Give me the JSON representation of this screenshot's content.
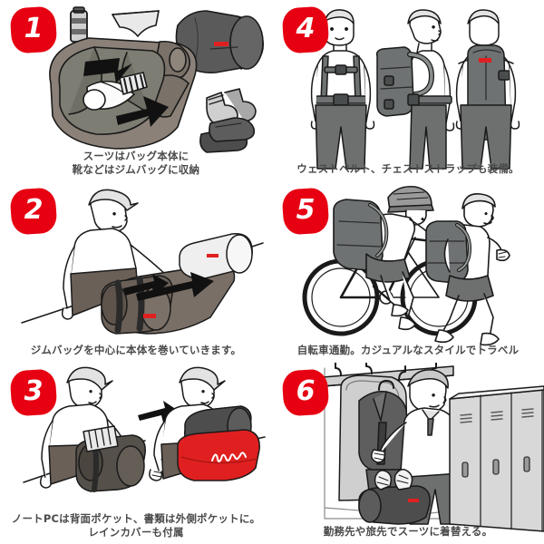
{
  "document": {
    "type": "instruction-infographic",
    "language": "ja",
    "background_color": "#ffffff",
    "accent_color": "#e60012",
    "caption_color": "#4a4a4a",
    "grid": "2 columns x 3 rows",
    "panel_size": "300x200"
  },
  "panels": [
    {
      "number": "1",
      "position": "top-left",
      "caption_lines": [
        "スーツはバッグ本体に",
        "靴などはジムバッグに収納"
      ],
      "illustration": "suit laid flat on a rolling mat with arrows, plus a bottle, underwear, socks, shoes and a dark gray gym duffel bag"
    },
    {
      "number": "4",
      "position": "top-right",
      "caption_lines": [
        "ウェストベルト、チェストストラップも装備。"
      ],
      "illustration": "three views of a man wearing the backpack: front with chest strap and waist belt, side profile, and rear view"
    },
    {
      "number": "2",
      "position": "middle-left",
      "caption_lines": [
        "ジムバッグを中心に本体を巻いていきます。"
      ],
      "illustration": "man bending over a table rolling the bag around the gym bag, with motion arrows"
    },
    {
      "number": "5",
      "position": "middle-right",
      "caption_lines": [
        "自転車通勤。カジュアルなスタイルでトラベル"
      ],
      "illustration": "cyclist with helmet riding a road bike wearing the pack, and a runner with the pack behind"
    },
    {
      "number": "3",
      "position": "bottom-left",
      "caption_lines": [
        "ノートPCは背面ポケット、書類は外側ポケットに。",
        "レインカバーも付属"
      ],
      "illustration": "two men: one inserting a laptop into the rear pocket, one fitting the red rain cover onto the rolled bag"
    },
    {
      "number": "6",
      "position": "bottom-right",
      "caption_lines": [
        "勤務先や旅先でスーツに着替える。"
      ],
      "illustration": "man in a locker room hanging a suit on a rail hook, duffel bag open on the bench"
    }
  ],
  "colors": {
    "badge_red": "#e60012",
    "cover_red": "#e02020",
    "suit_gray": "#7d7d73",
    "mat_gray": "#8b8178",
    "bag_dark": "#5a5a5a",
    "pants_gray": "#6e7070",
    "locker_gray": "#d8d8d8",
    "outline": "#1a1a1a"
  }
}
